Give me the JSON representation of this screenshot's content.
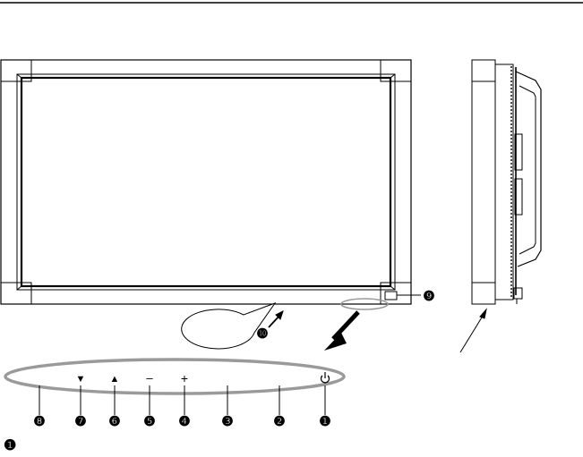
{
  "callouts": {
    "c1": "❶",
    "c2": "❷",
    "c3": "❸",
    "c4": "❹",
    "c5": "❺",
    "c6": "❻",
    "c7": "❼",
    "c8": "❽",
    "c9": "❾",
    "c10": "❿"
  },
  "control_symbols": {
    "down": "▼",
    "up": "▲",
    "minus": "–",
    "plus": "+",
    "power": "⏻"
  },
  "caption": {
    "marker": "❶"
  },
  "colors": {
    "ellipse_stroke": "#9a9a9a",
    "line": "#000000"
  },
  "icons": [
    "power-icon",
    "up-triangle-icon",
    "down-triangle-icon",
    "minus-icon",
    "plus-icon"
  ]
}
